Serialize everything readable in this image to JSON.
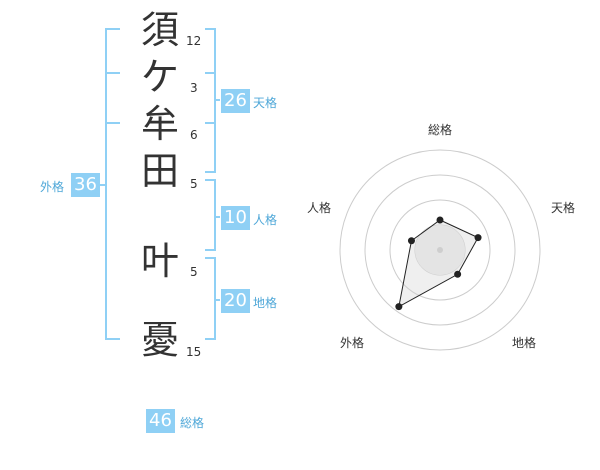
{
  "name_chars": [
    {
      "char": "須",
      "strokes": "12"
    },
    {
      "char": "ケ",
      "strokes": "3"
    },
    {
      "char": "牟",
      "strokes": "6"
    },
    {
      "char": "田",
      "strokes": "5"
    },
    {
      "char": "叶",
      "strokes": "5"
    },
    {
      "char": "憂",
      "strokes": "15"
    }
  ],
  "kaku": {
    "tenkaku": {
      "value": "26",
      "label": "天格"
    },
    "jinkaku": {
      "value": "10",
      "label": "人格"
    },
    "chikaku": {
      "value": "20",
      "label": "地格"
    },
    "gaikaku": {
      "value": "36",
      "label": "外格"
    },
    "soukaku": {
      "value": "46",
      "label": "総格"
    }
  },
  "radar": {
    "axes": [
      "総格",
      "天格",
      "地格",
      "外格",
      "人格"
    ],
    "values": [
      0.3,
      0.4,
      0.3,
      0.7,
      0.3
    ],
    "colors": {
      "ring": "#cccccc",
      "fill": "#eeeeee",
      "line": "#222222",
      "bracket": "#8fd0f5"
    }
  }
}
